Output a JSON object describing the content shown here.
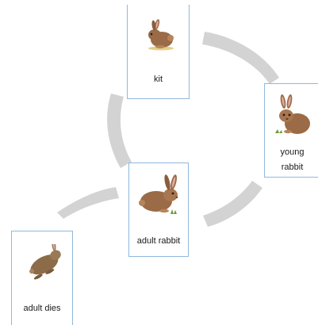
{
  "diagram": {
    "stages": [
      {
        "id": "kit",
        "label": "kit",
        "icon": "kit-rabbit-icon"
      },
      {
        "id": "young",
        "label": "young rabbit",
        "label_lines": [
          "young",
          "rabbit"
        ],
        "icon": "young-rabbit-icon"
      },
      {
        "id": "adult",
        "label": "adult rabbit",
        "icon": "adult-rabbit-icon"
      },
      {
        "id": "dies",
        "label": "adult dies",
        "icon": "dead-rabbit-icon"
      }
    ],
    "colors": {
      "arrow": "#d3d3d3",
      "card_border": "#8fb8dc",
      "rabbit_fur": "#9a6b46",
      "rabbit_dark": "#6e4a2f",
      "grass": "#6b9a3a"
    }
  }
}
